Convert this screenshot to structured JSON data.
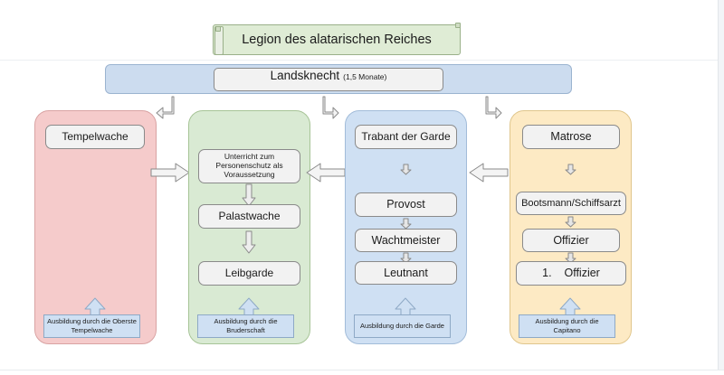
{
  "diagram": {
    "title_bar": {
      "label": "Legion des alatarischen Reiches"
    },
    "rank_band": {
      "label": "Landsknecht",
      "duration": "(1,5 Monate)"
    },
    "columns": [
      {
        "id": "tempelwache",
        "color": "#f5cbcb",
        "nodes": [
          {
            "label": "Tempelwache"
          }
        ],
        "footer": "Ausbildung durch die Oberste Tempelwache"
      },
      {
        "id": "palastwache",
        "color": "#d9ead3",
        "nodes": [
          {
            "label": "Unterricht zum Personenschutz als Voraussetzung"
          },
          {
            "label": "Palastwache"
          },
          {
            "label": "Leibgarde"
          }
        ],
        "footer": "Ausbildung durch die Bruderschaft"
      },
      {
        "id": "garde",
        "color": "#cfe0f3",
        "nodes": [
          {
            "label": "Trabant der Garde"
          },
          {
            "label": "Provost"
          },
          {
            "label": "Wachtmeister"
          },
          {
            "label": "Leutnant"
          }
        ],
        "footer": "Ausbildung durch die Garde"
      },
      {
        "id": "marine",
        "color": "#fdeac4",
        "nodes": [
          {
            "label": "Matrose"
          },
          {
            "label": "Bootsmann/Schiffsarzt"
          },
          {
            "label": "Offizier"
          },
          {
            "label": "1.    Offizier"
          }
        ],
        "footer": "Ausbildung durch die Capitano"
      }
    ]
  }
}
